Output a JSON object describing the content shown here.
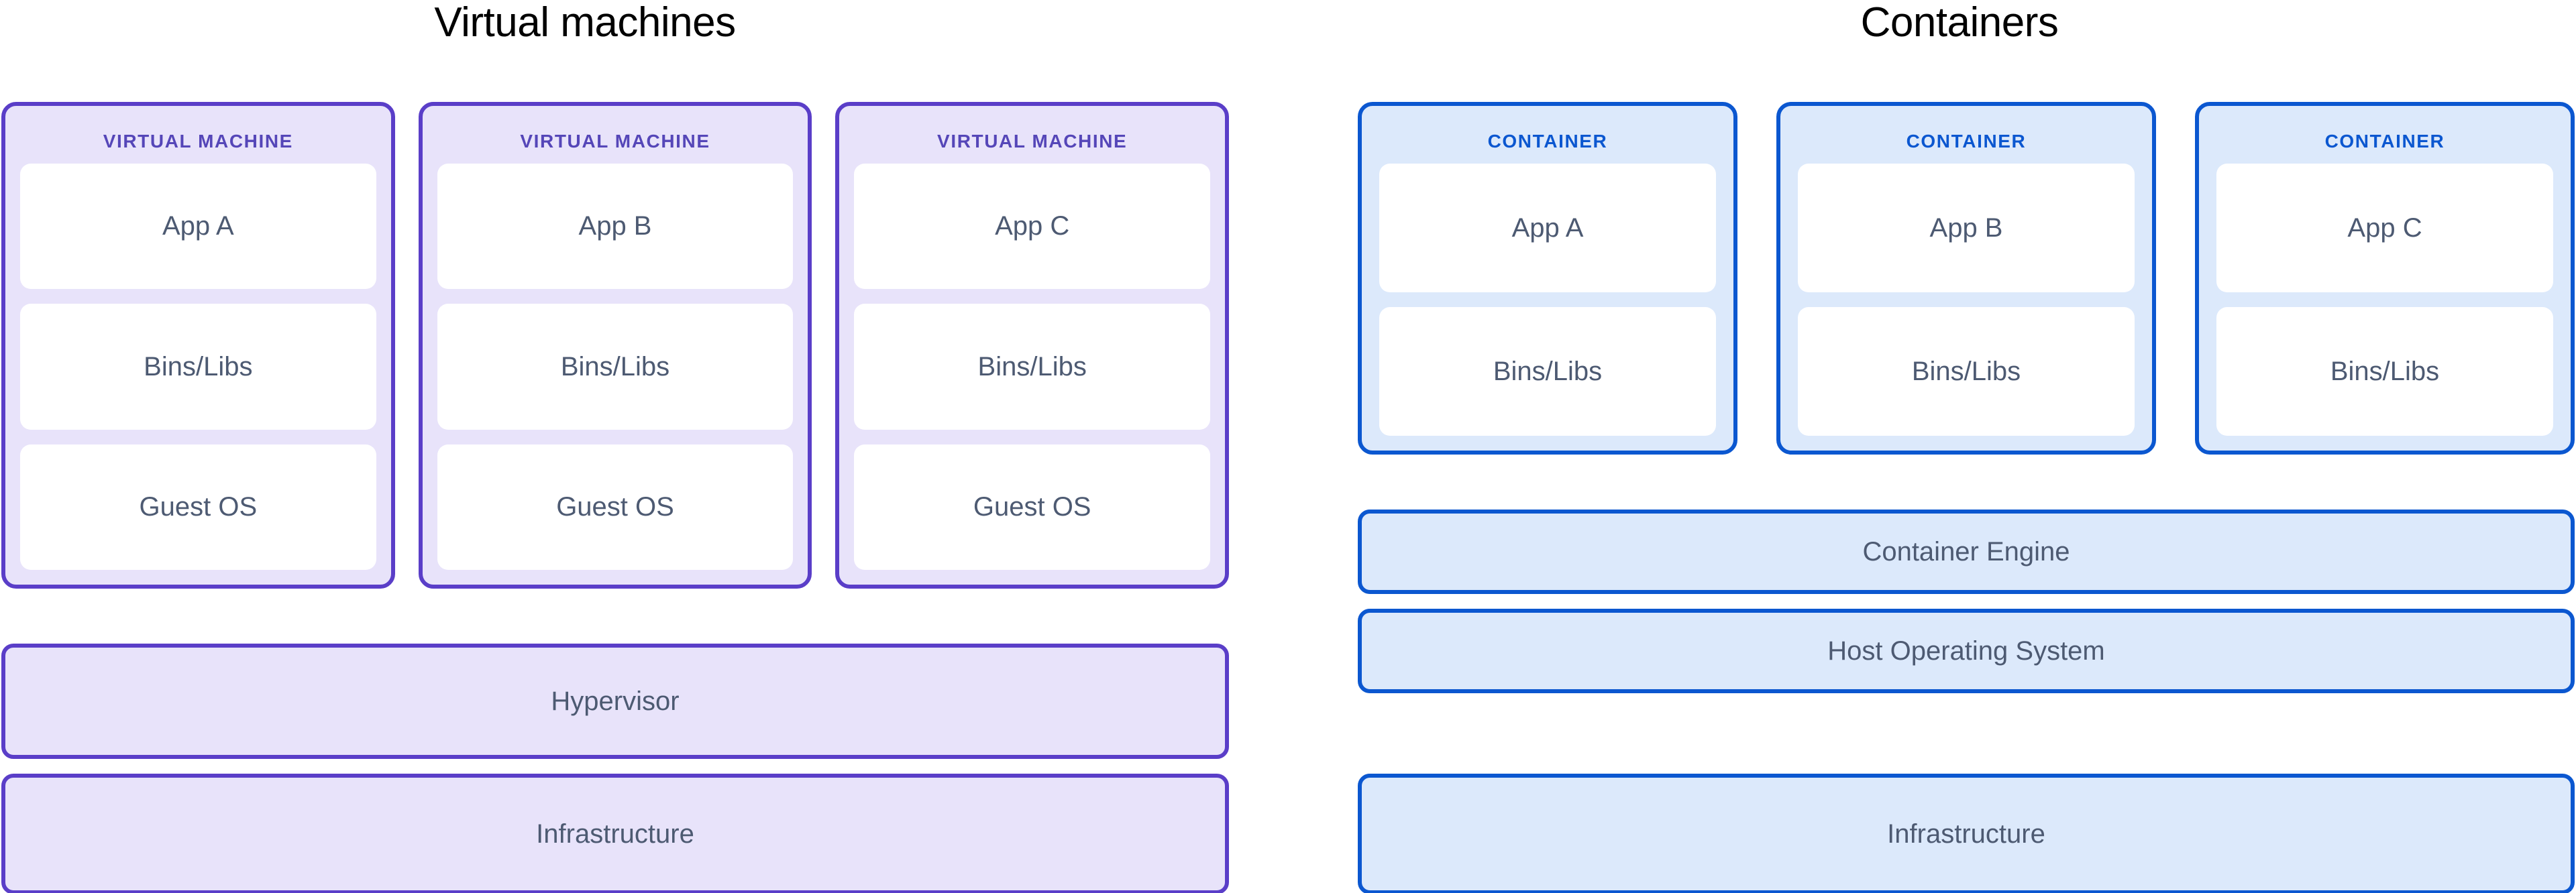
{
  "colors": {
    "vm_border": "#5A3EC8",
    "vm_fill": "#E8E3FA",
    "vm_label": "#5546B8",
    "container_border": "#0B57D0",
    "container_fill": "#DCE9FB",
    "container_label": "#0B57D0",
    "slot_fill": "#FFFFFF",
    "body_text": "#4D5A72",
    "title_text": "#000000",
    "page_background": "#FFFFFF"
  },
  "virtual_machines": {
    "title": "Virtual machines",
    "cards": [
      {
        "label": "VIRTUAL MACHINE",
        "slots": [
          "App A",
          "Bins/Libs",
          "Guest OS"
        ]
      },
      {
        "label": "VIRTUAL MACHINE",
        "slots": [
          "App B",
          "Bins/Libs",
          "Guest OS"
        ]
      },
      {
        "label": "VIRTUAL MACHINE",
        "slots": [
          "App C",
          "Bins/Libs",
          "Guest OS"
        ]
      }
    ],
    "layers": [
      {
        "label": "Hypervisor"
      },
      {
        "label": "Infrastructure"
      }
    ]
  },
  "containers": {
    "title": "Containers",
    "cards": [
      {
        "label": "CONTAINER",
        "slots": [
          "App A",
          "Bins/Libs"
        ]
      },
      {
        "label": "CONTAINER",
        "slots": [
          "App B",
          "Bins/Libs"
        ]
      },
      {
        "label": "CONTAINER",
        "slots": [
          "App C",
          "Bins/Libs"
        ]
      }
    ],
    "layers": [
      {
        "label": "Container Engine"
      },
      {
        "label": "Host Operating System"
      },
      {
        "label": "Infrastructure"
      }
    ]
  }
}
